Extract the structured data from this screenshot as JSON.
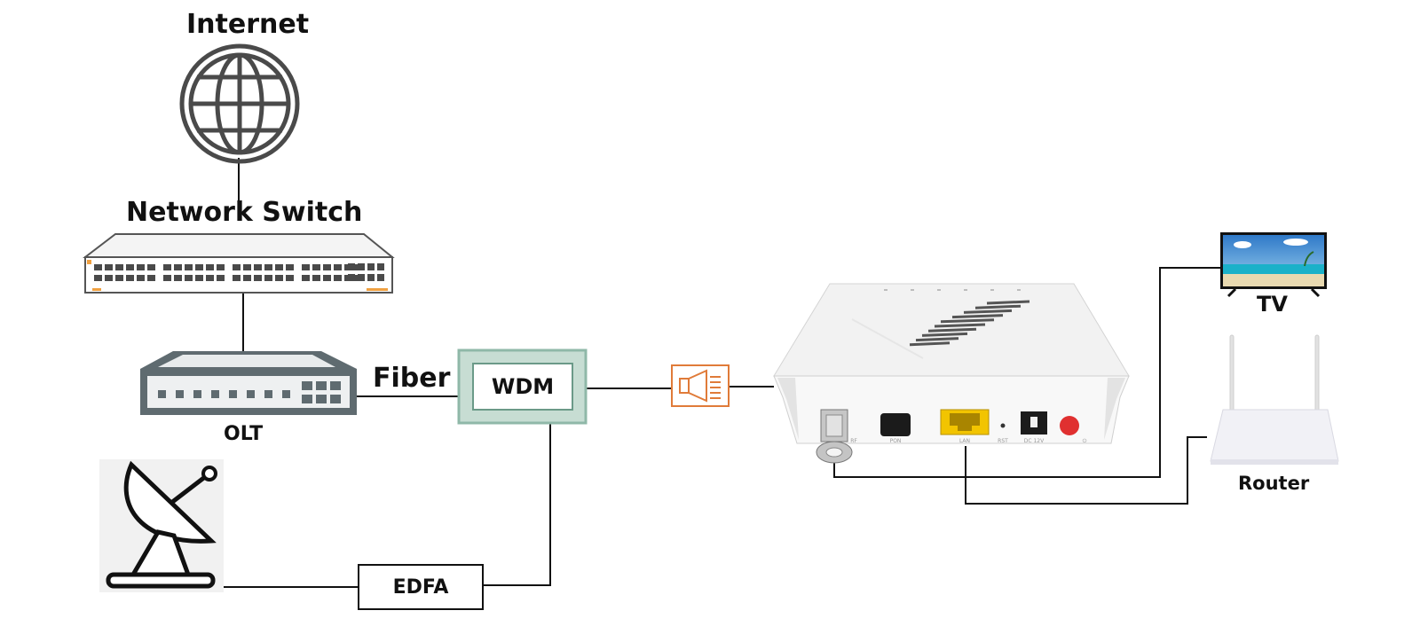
{
  "labels": {
    "internet": "Internet",
    "network_switch": "Network Switch",
    "olt": "OLT",
    "fiber": "Fiber",
    "wdm": "WDM",
    "edfa": "EDFA",
    "tv": "TV",
    "router": "Router"
  },
  "onu_port_labels": [
    "RF",
    "PON",
    "LAN",
    "RST",
    "DC 12V",
    "⏻"
  ],
  "icons": [
    "globe-icon",
    "network-switch-icon",
    "olt-icon",
    "satellite-dish-icon",
    "optical-connector-icon",
    "onu-device-icon",
    "tv-icon",
    "router-icon"
  ],
  "colors": {
    "line": "#111111",
    "wdm_border": "#8fb8a8",
    "connector": "#e07b39",
    "lan_port": "#f2c400",
    "power_button": "#e03030"
  }
}
